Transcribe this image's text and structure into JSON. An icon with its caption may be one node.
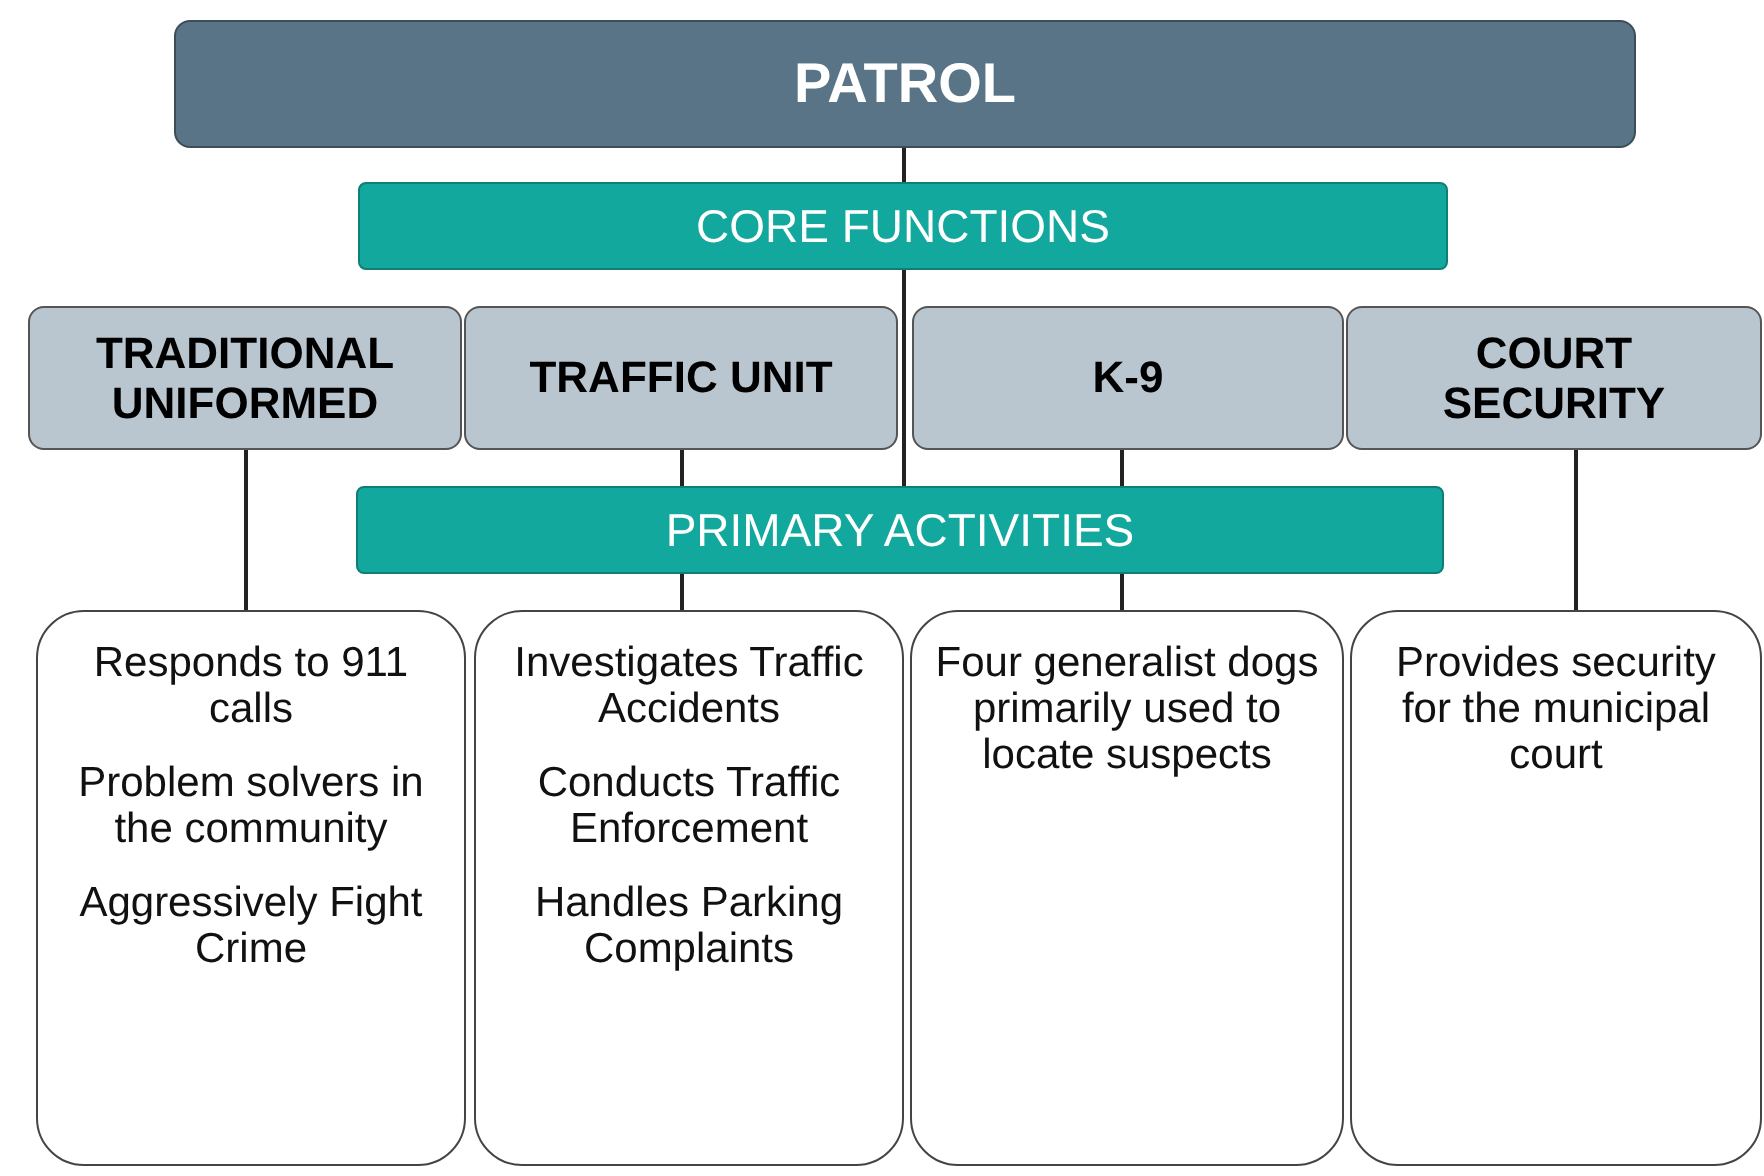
{
  "diagram": {
    "nodes": [
      {
        "text": [
          "PATROL"
        ]
      },
      {
        "text": [
          "CORE FUNCTIONS"
        ]
      },
      {
        "text": [
          "TRADITIONAL UNIFORMED"
        ]
      },
      {
        "text": [
          "TRAFFIC UNIT"
        ]
      },
      {
        "text": [
          "K-9"
        ]
      },
      {
        "text": [
          "COURT SECURITY"
        ]
      },
      {
        "text": [
          "PRIMARY ACTIVITIES"
        ]
      },
      {
        "text": [
          "Responds to 911 calls",
          "Problem solvers in the community",
          "Aggressively Fight Crime"
        ]
      },
      {
        "text": [
          "Investigates Traffic Accidents",
          "Conducts Traffic Enforcement",
          "Handles Parking Complaints"
        ]
      },
      {
        "text": [
          "Four generalist dogs primarily used to locate suspects"
        ]
      },
      {
        "text": [
          "Provides security for the municipal court"
        ]
      }
    ],
    "edges": [
      {
        "from": 0,
        "to": 1,
        "arrow": "none"
      },
      {
        "from": 1,
        "to": 6,
        "arrow": "none"
      },
      {
        "from": 2,
        "to": 7,
        "arrow": "none"
      },
      {
        "from": 3,
        "to": 6,
        "arrow": "none"
      },
      {
        "from": 6,
        "to": 8,
        "arrow": "none"
      },
      {
        "from": 4,
        "to": 6,
        "arrow": "none"
      },
      {
        "from": 6,
        "to": 9,
        "arrow": "none"
      },
      {
        "from": 5,
        "to": 10,
        "arrow": "none"
      }
    ]
  }
}
